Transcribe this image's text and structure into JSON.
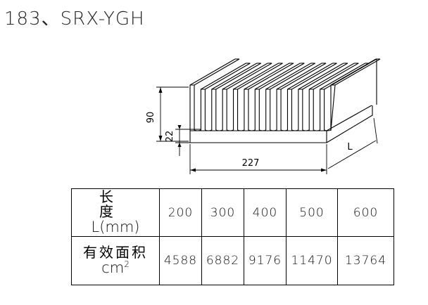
{
  "title": "183、SRX-YGH",
  "dimensions": {
    "height": "90",
    "base": "22",
    "width": "227",
    "length": "L"
  },
  "table": {
    "row1_label_cn": "长 度",
    "row1_label_unit": "L(mm)",
    "row2_label_cn": "有效面积",
    "row2_label_unit": "cm",
    "row2_label_unit_sup": "2",
    "lengths": [
      "200",
      "300",
      "400",
      "500",
      "600"
    ],
    "areas": [
      "4588",
      "6882",
      "9176",
      "11470",
      "13764"
    ]
  }
}
